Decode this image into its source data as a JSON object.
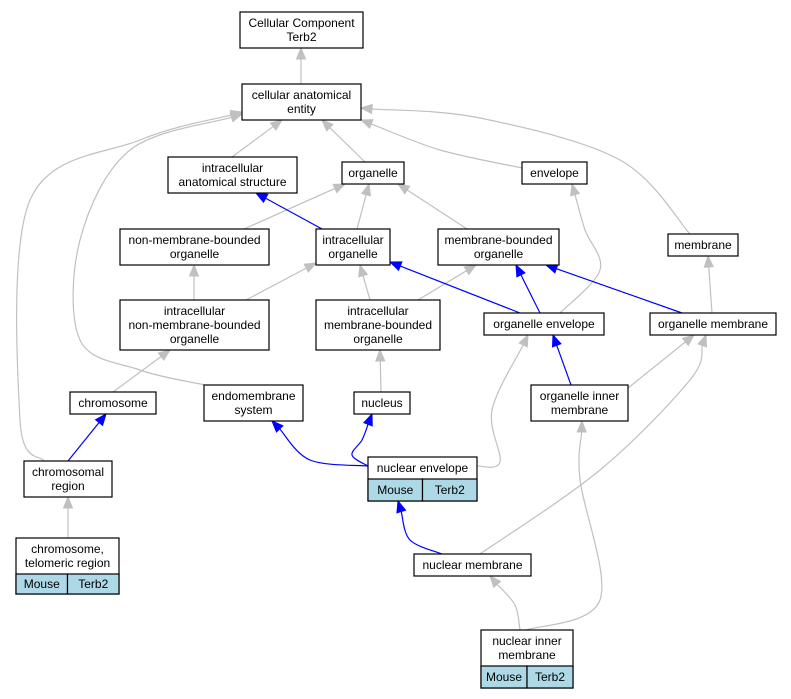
{
  "diagram": {
    "colors": {
      "is_a_edge": "#c0c0c0",
      "part_of_edge": "#0000ff",
      "annotation_fill": "#add8e6",
      "node_fill": "#ffffff"
    },
    "nodes": {
      "root": [
        "Cellular Component",
        "Terb2"
      ],
      "cae": [
        "cellular anatomical",
        "entity"
      ],
      "ias": [
        "intracellular",
        "anatomical structure"
      ],
      "organelle": [
        "organelle"
      ],
      "envelope": [
        "envelope"
      ],
      "nmbo": [
        "non-membrane-bounded",
        "organelle"
      ],
      "io": [
        "intracellular",
        "organelle"
      ],
      "mbo": [
        "membrane-bounded",
        "organelle"
      ],
      "membrane": [
        "membrane"
      ],
      "inmbo": [
        "intracellular",
        "non-membrane-bounded",
        "organelle"
      ],
      "imbo": [
        "intracellular",
        "membrane-bounded",
        "organelle"
      ],
      "oenv": [
        "organelle envelope"
      ],
      "omem": [
        "organelle membrane"
      ],
      "chromosome": [
        "chromosome"
      ],
      "endo": [
        "endomembrane",
        "system"
      ],
      "nucleus": [
        "nucleus"
      ],
      "oim": [
        "organelle inner",
        "membrane"
      ],
      "chreg": [
        "chromosomal",
        "region"
      ],
      "nenv": [
        "nuclear envelope"
      ],
      "ctr": [
        "chromosome,",
        "telomeric region"
      ],
      "nmem": [
        "nuclear membrane"
      ],
      "ninm": [
        "nuclear inner",
        "membrane"
      ]
    },
    "annotations": {
      "nenv": [
        "Mouse",
        "Terb2"
      ],
      "ctr": [
        "Mouse",
        "Terb2"
      ],
      "ninm": [
        "Mouse",
        "Terb2"
      ]
    },
    "edges": [
      {
        "from": "cae",
        "to": "root",
        "type": "is_a"
      },
      {
        "from": "ias",
        "to": "cae",
        "type": "is_a"
      },
      {
        "from": "organelle",
        "to": "cae",
        "type": "is_a"
      },
      {
        "from": "envelope",
        "to": "cae",
        "type": "is_a"
      },
      {
        "from": "membrane",
        "to": "cae",
        "type": "is_a"
      },
      {
        "from": "chreg",
        "to": "cae",
        "type": "is_a"
      },
      {
        "from": "endo",
        "to": "cae",
        "type": "is_a"
      },
      {
        "from": "nmbo",
        "to": "organelle",
        "type": "is_a"
      },
      {
        "from": "io",
        "to": "organelle",
        "type": "is_a"
      },
      {
        "from": "mbo",
        "to": "organelle",
        "type": "is_a"
      },
      {
        "from": "io",
        "to": "ias",
        "type": "part_of"
      },
      {
        "from": "inmbo",
        "to": "nmbo",
        "type": "is_a"
      },
      {
        "from": "inmbo",
        "to": "io",
        "type": "is_a"
      },
      {
        "from": "imbo",
        "to": "io",
        "type": "is_a"
      },
      {
        "from": "imbo",
        "to": "mbo",
        "type": "is_a"
      },
      {
        "from": "oenv",
        "to": "io",
        "type": "part_of"
      },
      {
        "from": "oenv",
        "to": "mbo",
        "type": "part_of"
      },
      {
        "from": "oenv",
        "to": "envelope",
        "type": "is_a"
      },
      {
        "from": "omem",
        "to": "mbo",
        "type": "part_of"
      },
      {
        "from": "omem",
        "to": "membrane",
        "type": "is_a"
      },
      {
        "from": "chromosome",
        "to": "inmbo",
        "type": "is_a"
      },
      {
        "from": "nucleus",
        "to": "imbo",
        "type": "is_a"
      },
      {
        "from": "oim",
        "to": "oenv",
        "type": "part_of"
      },
      {
        "from": "oim",
        "to": "omem",
        "type": "is_a"
      },
      {
        "from": "chreg",
        "to": "chromosome",
        "type": "part_of"
      },
      {
        "from": "nenv",
        "to": "endo",
        "type": "part_of"
      },
      {
        "from": "nenv",
        "to": "nucleus",
        "type": "part_of"
      },
      {
        "from": "nenv",
        "to": "oenv",
        "type": "is_a"
      },
      {
        "from": "ctr",
        "to": "chreg",
        "type": "is_a"
      },
      {
        "from": "nmem",
        "to": "nenv",
        "type": "part_of"
      },
      {
        "from": "nmem",
        "to": "omem",
        "type": "is_a"
      },
      {
        "from": "ninm",
        "to": "nmem",
        "type": "is_a"
      },
      {
        "from": "ninm",
        "to": "oim",
        "type": "is_a"
      }
    ]
  }
}
